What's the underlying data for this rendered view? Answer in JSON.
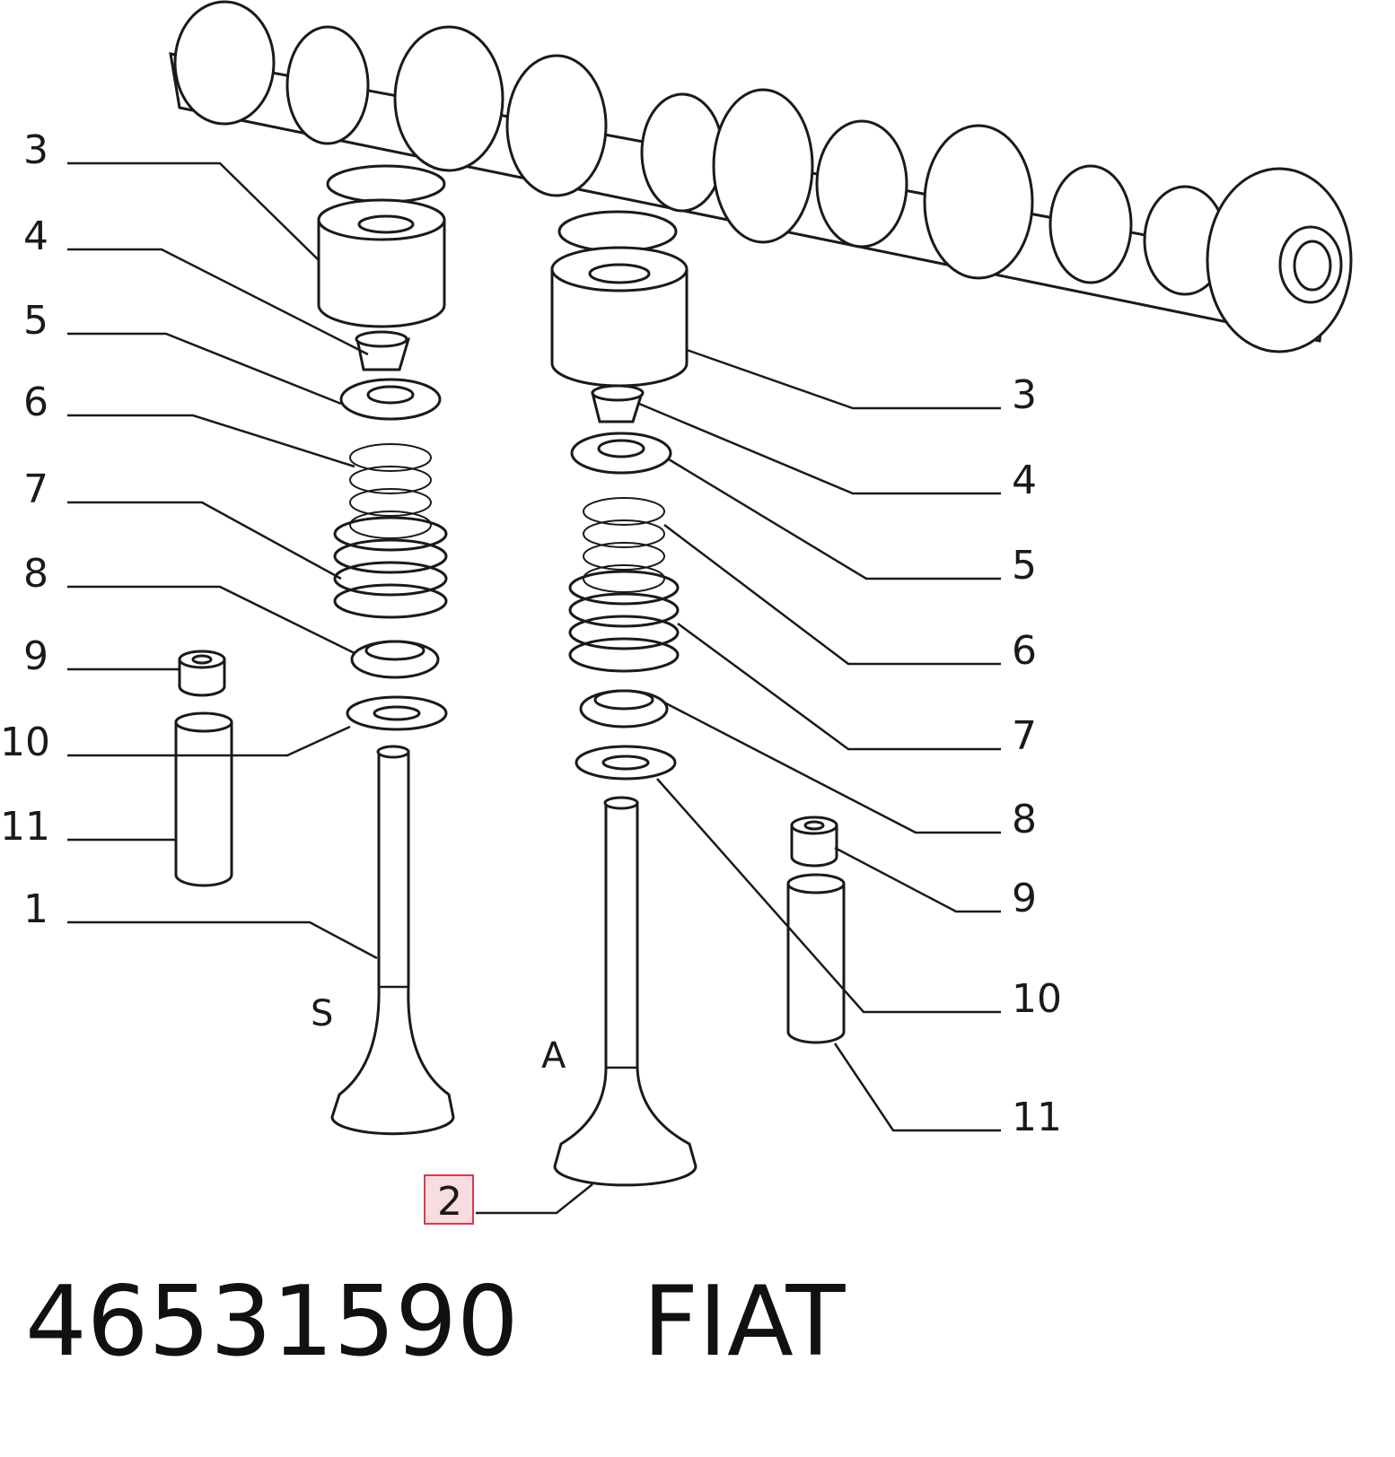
{
  "diagram": {
    "left_labels": [
      "3",
      "4",
      "5",
      "6",
      "7",
      "8",
      "9",
      "10",
      "11",
      "1"
    ],
    "right_labels": [
      "3",
      "4",
      "5",
      "6",
      "7",
      "8",
      "9",
      "10",
      "11"
    ],
    "highlighted_label": "2",
    "intake_marker": "S",
    "exhaust_marker": "A",
    "highlight_color": "#d83b4a"
  },
  "footer": {
    "part_number": "46531590",
    "brand": "FIAT"
  }
}
